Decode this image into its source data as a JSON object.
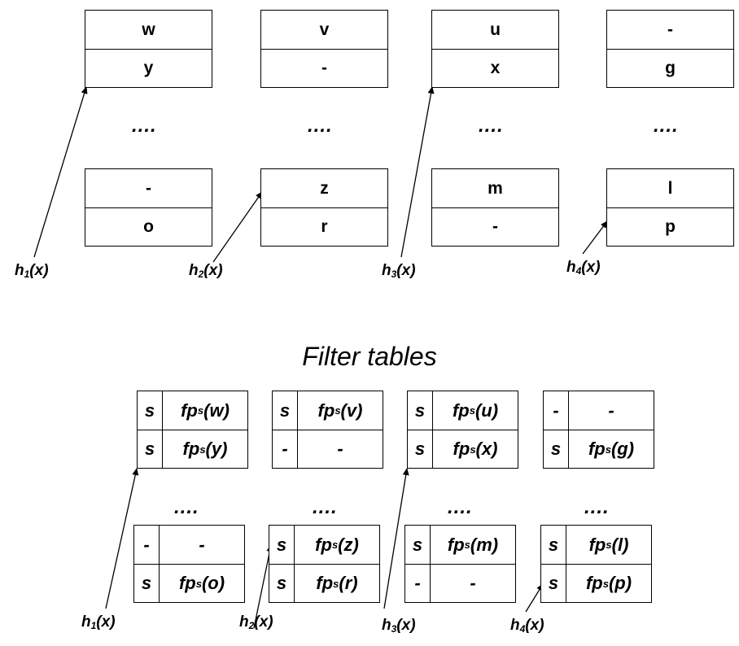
{
  "title": "Filter tables",
  "fp_prefix": "fp",
  "fp_sub": "s",
  "top": {
    "columns": [
      {
        "upper": [
          "w",
          "y"
        ],
        "lower": [
          "-",
          "o"
        ],
        "dots": "....",
        "h": "h",
        "h_sub": "1",
        "h_arg": "(x)"
      },
      {
        "upper": [
          "v",
          "-"
        ],
        "lower": [
          "z",
          "r"
        ],
        "dots": "....",
        "h": "h",
        "h_sub": "2",
        "h_arg": "(x)"
      },
      {
        "upper": [
          "u",
          "x"
        ],
        "lower": [
          "m",
          "-"
        ],
        "dots": "....",
        "h": "h",
        "h_sub": "3",
        "h_arg": "(x)"
      },
      {
        "upper": [
          "-",
          "g"
        ],
        "lower": [
          "l",
          "p"
        ],
        "dots": "....",
        "h": "h",
        "h_sub": "4",
        "h_arg": "(x)"
      }
    ]
  },
  "bottom": {
    "columns": [
      {
        "upper": [
          [
            "s",
            "w"
          ],
          [
            "s",
            "y"
          ]
        ],
        "lower": [
          [
            "-",
            "-"
          ],
          [
            "s",
            "o"
          ]
        ],
        "dots": "....",
        "h": "h",
        "h_sub": "1",
        "h_arg": "(x)"
      },
      {
        "upper": [
          [
            "s",
            "v"
          ],
          [
            "-",
            "-"
          ]
        ],
        "lower": [
          [
            "s",
            "z"
          ],
          [
            "s",
            "r"
          ]
        ],
        "dots": "....",
        "h": "h",
        "h_sub": "2",
        "h_arg": "(x)"
      },
      {
        "upper": [
          [
            "s",
            "u"
          ],
          [
            "s",
            "x"
          ]
        ],
        "lower": [
          [
            "s",
            "m"
          ],
          [
            "-",
            "-"
          ]
        ],
        "dots": "....",
        "h": "h",
        "h_sub": "3",
        "h_arg": "(x)"
      },
      {
        "upper": [
          [
            "-",
            "-"
          ],
          [
            "s",
            "g"
          ]
        ],
        "lower": [
          [
            "s",
            "l"
          ],
          [
            "s",
            "p"
          ]
        ],
        "dots": "....",
        "h": "h",
        "h_sub": "4",
        "h_arg": "(x)"
      }
    ]
  }
}
